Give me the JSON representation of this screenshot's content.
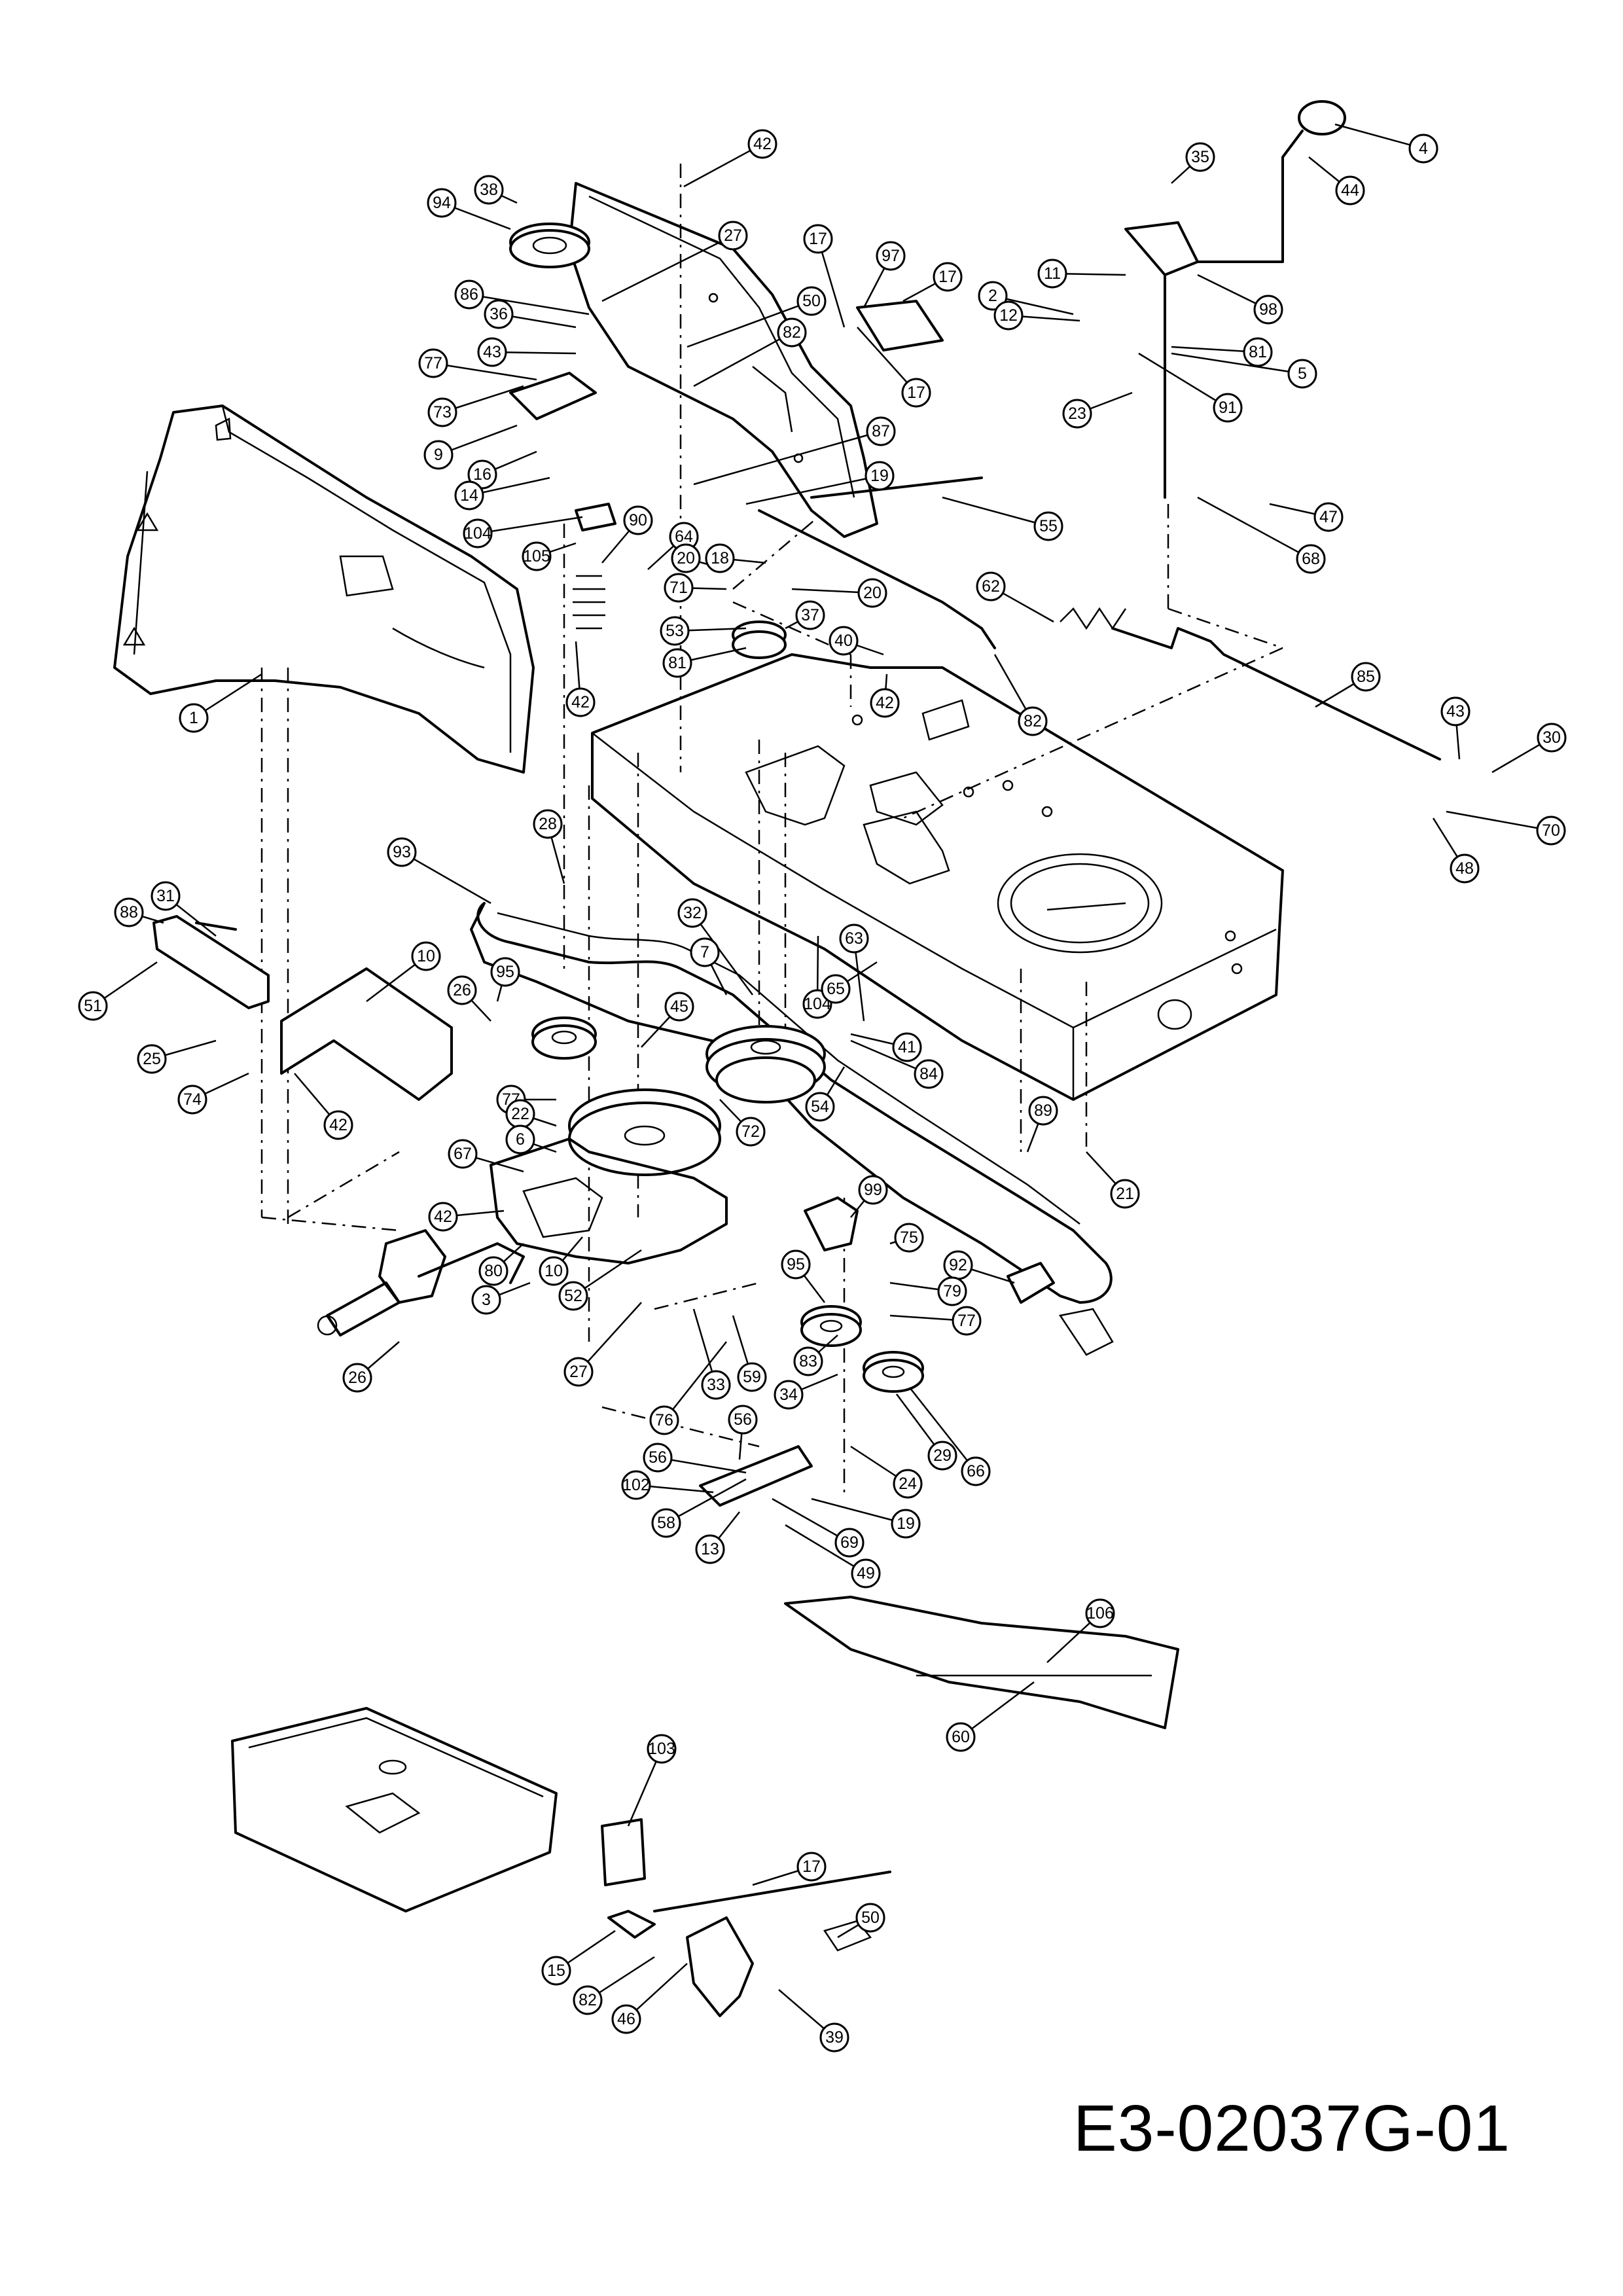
{
  "drawing_code": "E3-02037G-01",
  "callouts": [
    {
      "label": "42"
    },
    {
      "label": "27"
    },
    {
      "label": "38"
    },
    {
      "label": "94"
    },
    {
      "label": "86"
    },
    {
      "label": "36"
    },
    {
      "label": "77"
    },
    {
      "label": "43"
    },
    {
      "label": "73"
    },
    {
      "label": "9"
    },
    {
      "label": "16"
    },
    {
      "label": "14"
    },
    {
      "label": "50"
    },
    {
      "label": "82"
    },
    {
      "label": "17"
    },
    {
      "label": "97"
    },
    {
      "label": "17"
    },
    {
      "label": "17"
    },
    {
      "label": "35"
    },
    {
      "label": "4"
    },
    {
      "label": "44"
    },
    {
      "label": "11"
    },
    {
      "label": "2"
    },
    {
      "label": "12"
    },
    {
      "label": "98"
    },
    {
      "label": "81"
    },
    {
      "label": "5"
    },
    {
      "label": "23"
    },
    {
      "label": "91"
    },
    {
      "label": "87"
    },
    {
      "label": "19"
    },
    {
      "label": "55"
    },
    {
      "label": "47"
    },
    {
      "label": "68"
    },
    {
      "label": "42"
    },
    {
      "label": "104"
    },
    {
      "label": "105"
    },
    {
      "label": "90"
    },
    {
      "label": "64"
    },
    {
      "label": "18"
    },
    {
      "label": "20"
    },
    {
      "label": "71"
    },
    {
      "label": "20"
    },
    {
      "label": "37"
    },
    {
      "label": "53"
    },
    {
      "label": "40"
    },
    {
      "label": "81"
    },
    {
      "label": "42"
    },
    {
      "label": "62"
    },
    {
      "label": "82"
    },
    {
      "label": "85"
    },
    {
      "label": "43"
    },
    {
      "label": "30"
    },
    {
      "label": "70"
    },
    {
      "label": "48"
    },
    {
      "label": "1"
    },
    {
      "label": "28"
    },
    {
      "label": "93"
    },
    {
      "label": "31"
    },
    {
      "label": "88"
    },
    {
      "label": "51"
    },
    {
      "label": "10"
    },
    {
      "label": "26"
    },
    {
      "label": "95"
    },
    {
      "label": "45"
    },
    {
      "label": "32"
    },
    {
      "label": "7"
    },
    {
      "label": "104"
    },
    {
      "label": "65"
    },
    {
      "label": "63"
    },
    {
      "label": "41"
    },
    {
      "label": "84"
    },
    {
      "label": "25"
    },
    {
      "label": "74"
    },
    {
      "label": "42"
    },
    {
      "label": "77"
    },
    {
      "label": "22"
    },
    {
      "label": "6"
    },
    {
      "label": "72"
    },
    {
      "label": "54"
    },
    {
      "label": "89"
    },
    {
      "label": "21"
    },
    {
      "label": "67"
    },
    {
      "label": "42"
    },
    {
      "label": "80"
    },
    {
      "label": "10"
    },
    {
      "label": "3"
    },
    {
      "label": "52"
    },
    {
      "label": "99"
    },
    {
      "label": "75"
    },
    {
      "label": "95"
    },
    {
      "label": "92"
    },
    {
      "label": "79"
    },
    {
      "label": "77"
    },
    {
      "label": "26"
    },
    {
      "label": "27"
    },
    {
      "label": "33"
    },
    {
      "label": "59"
    },
    {
      "label": "83"
    },
    {
      "label": "34"
    },
    {
      "label": "76"
    },
    {
      "label": "56"
    },
    {
      "label": "56"
    },
    {
      "label": "66"
    },
    {
      "label": "29"
    },
    {
      "label": "24"
    },
    {
      "label": "102"
    },
    {
      "label": "58"
    },
    {
      "label": "13"
    },
    {
      "label": "69"
    },
    {
      "label": "49"
    },
    {
      "label": "19"
    },
    {
      "label": "106"
    },
    {
      "label": "60"
    },
    {
      "label": "103"
    },
    {
      "label": "17"
    },
    {
      "label": "50"
    },
    {
      "label": "15"
    },
    {
      "label": "82"
    },
    {
      "label": "46"
    },
    {
      "label": "39"
    }
  ]
}
